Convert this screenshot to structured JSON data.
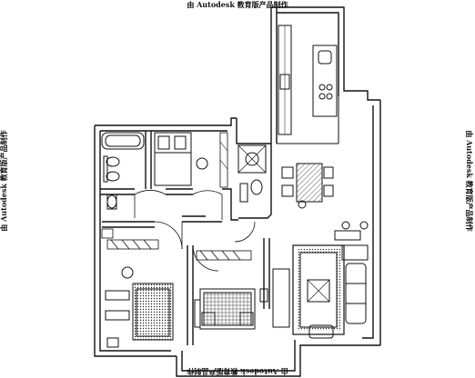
{
  "watermarks": {
    "top": "由 Autodesk 教育版产品制作",
    "bottom": "由 Autodesk 教育版产品制作",
    "left": "由 Autodesk 教育版产品制作",
    "right": "由 Autodesk 教育版产品制作"
  }
}
